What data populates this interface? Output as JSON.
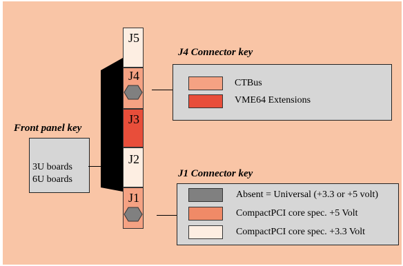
{
  "colors": {
    "background": "#f9c5a6",
    "panel": "#d6d6d6",
    "ctbus": "#f5a283",
    "vme64": "#e84e3a",
    "absent": "#808080",
    "core_5v": "#f08a67",
    "core_3v3": "#fdeee2",
    "j5_fill": "#fdeee2",
    "j4_fill": "#f5a283",
    "j3_fill": "#e84e3a",
    "j2_fill": "#fdeee2",
    "j1_fill": "#f5a283"
  },
  "connectors": {
    "j5": "J5",
    "j4": "J4",
    "j3": "J3",
    "j2": "J2",
    "j1": "J1"
  },
  "j4_key": {
    "title": "J4 Connector key",
    "items": [
      "CTBus",
      "VME64 Extensions"
    ]
  },
  "j1_key": {
    "title": "J1 Connector key",
    "items": [
      "Absent = Universal (+3.3 or +5 volt)",
      "CompactPCI core spec. +5 Volt",
      "CompactPCI core spec. +3.3 Volt"
    ]
  },
  "front_panel_key": {
    "title": "Front panel key",
    "items": [
      "3U boards",
      "6U boards"
    ]
  },
  "icons": {
    "key_peg": "hexagon-key-icon"
  }
}
